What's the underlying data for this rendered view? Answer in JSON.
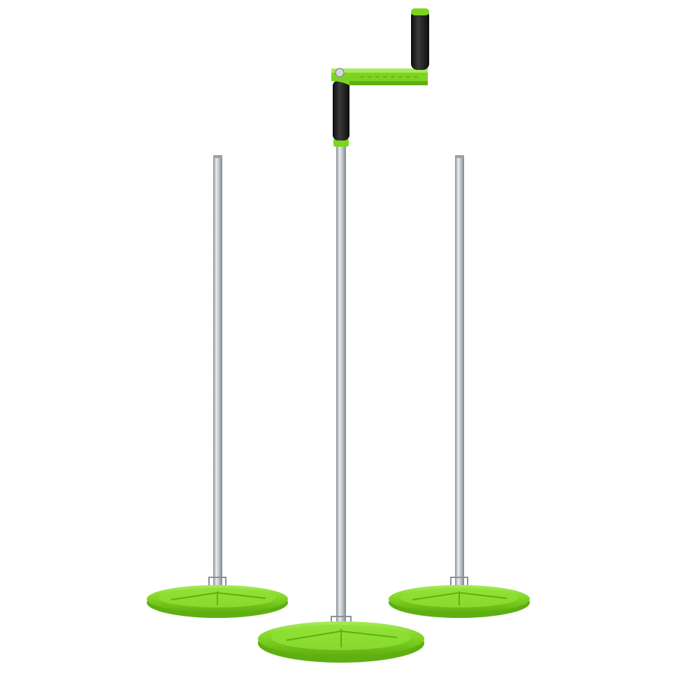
{
  "image": {
    "subject": "",
    "background_color": "#ffffff",
    "colors": {
      "accent_green": "#7ed321",
      "green_dark": "#5fae12",
      "green_light": "#a6ec5a",
      "grip_black": "#1a1a1a",
      "metal_light": "#e6e9ec",
      "metal_mid": "#b9bec3",
      "metal_dark": "#8a9097",
      "shadow": "#d9dcde"
    },
    "objects": [
      {
        "name": "pole-left",
        "has_handle": false
      },
      {
        "name": "pole-center",
        "has_handle": true
      },
      {
        "name": "pole-right",
        "has_handle": false
      }
    ]
  }
}
